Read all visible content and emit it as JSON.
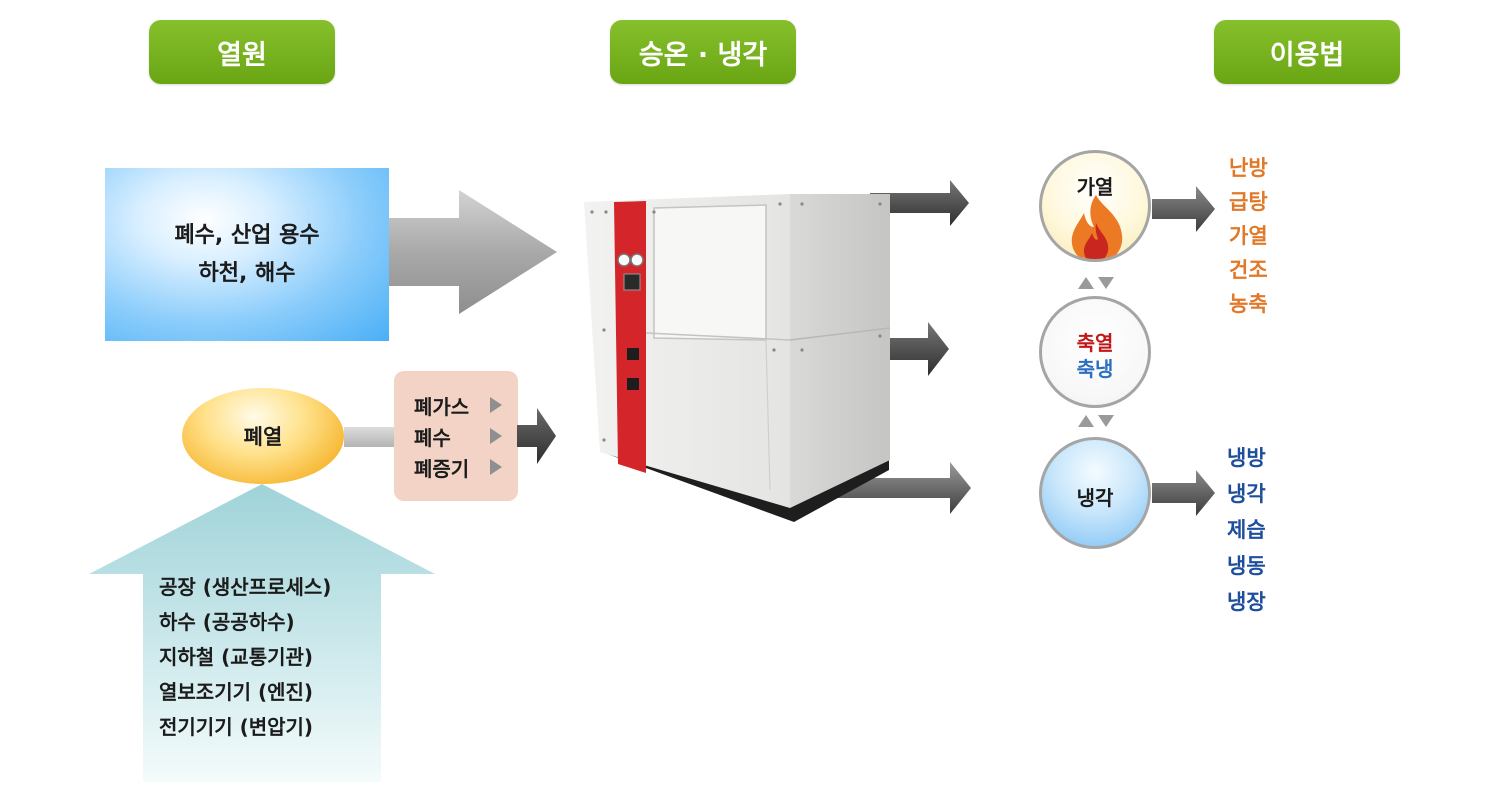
{
  "headers": {
    "source": "열원",
    "process": "승온 · 냉각",
    "usage": "이용법"
  },
  "water_source": {
    "line1": "폐수, 산업 용수",
    "line2": "하천, 해수"
  },
  "waste_heat": {
    "label": "폐열",
    "items": [
      "폐가스",
      "폐수",
      "폐증기"
    ],
    "sources": [
      "공장 (생산프로세스)",
      "하수 (공공하수)",
      "지하철 (교통기관)",
      "열보조기기 (엔진)",
      "전기기기 (변압기)"
    ]
  },
  "modes": {
    "heating": "가열",
    "storage_heat": "축열",
    "storage_cool": "축냉",
    "cooling": "냉각"
  },
  "heating_uses": [
    "난방",
    "급탕",
    "가열",
    "건조",
    "농축"
  ],
  "cooling_uses": [
    "냉방",
    "냉각",
    "제습",
    "냉동",
    "냉장"
  ],
  "colors": {
    "header_green": "#7ab520",
    "heating_text": "#e0792a",
    "cooling_text": "#1e4f9c",
    "storage_heat_text": "#c01818",
    "storage_cool_text": "#2a6fc0",
    "machine_red": "#d4252a"
  },
  "icons": {
    "flame": "flame-icon",
    "machine": "heat-pump-unit"
  }
}
